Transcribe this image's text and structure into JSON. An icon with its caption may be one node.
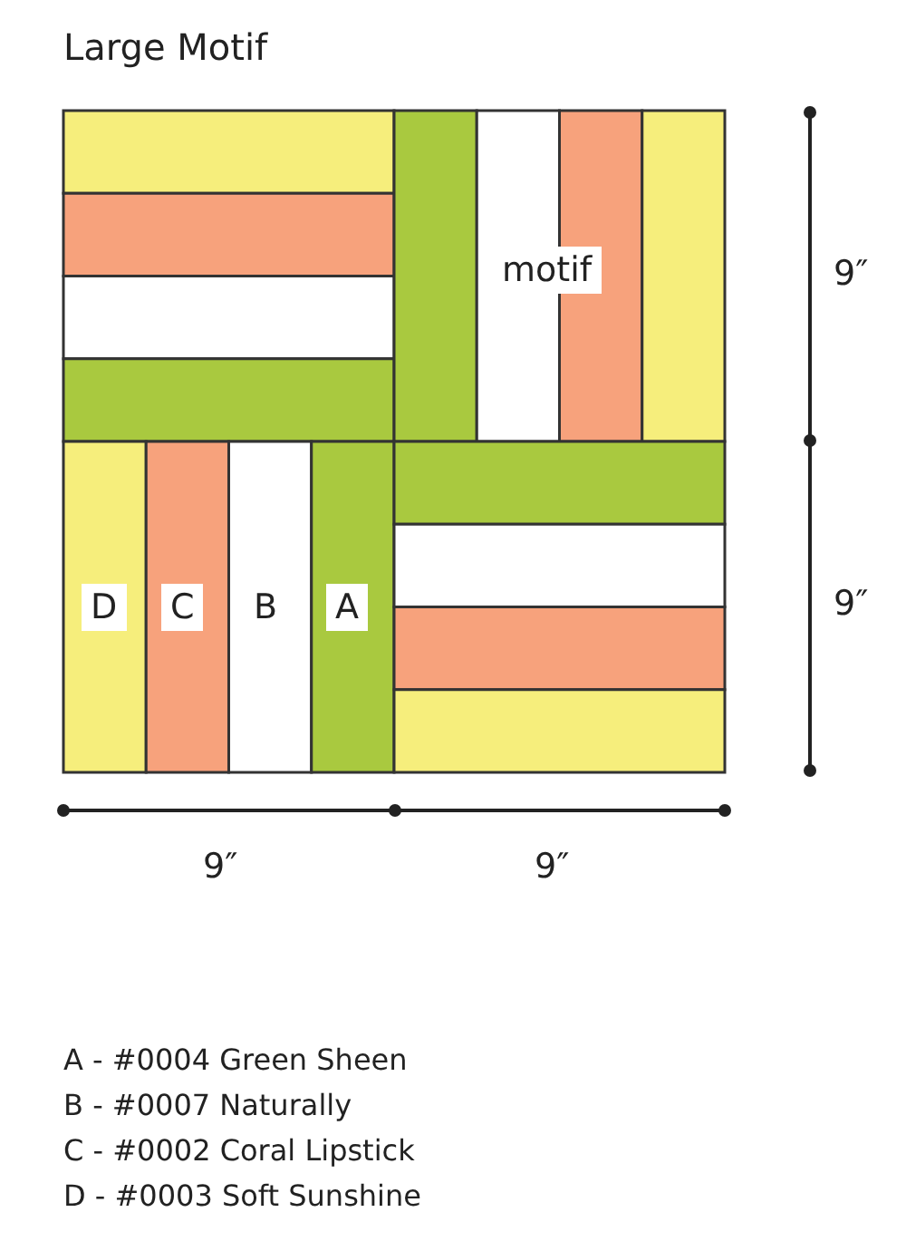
{
  "diagram": {
    "title": "Large Motif",
    "labels": [
      "motif",
      "9″",
      "D",
      "C",
      "B",
      "A",
      "9″",
      "9″",
      "9″",
      "A - #0004 Green Sheen",
      "B - #0007 Naturally",
      "C - #0002 Coral Lipstick",
      "D - #0003 Soft Sunshine"
    ]
  }
}
